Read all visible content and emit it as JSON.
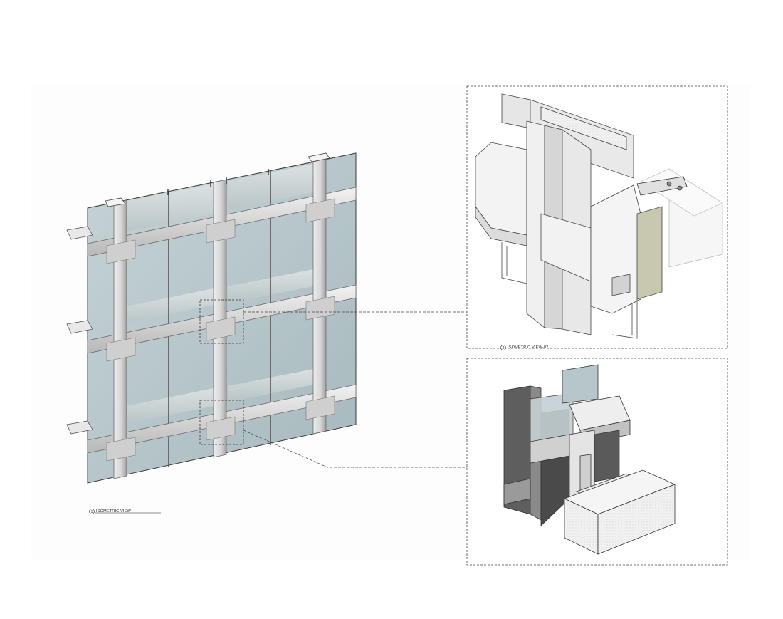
{
  "drawing": {
    "views": [
      {
        "number": "1",
        "title": "ISOMETRIC VIEW"
      },
      {
        "number": "2",
        "title": "ISOMETRIC VIEW-02"
      }
    ]
  },
  "colors": {
    "glass": "#b9c9cd",
    "glass_dark": "#a3b6bb",
    "mullion": "#d8d8d8",
    "mullion_shadow": "#a9a9a9",
    "outline": "#3a3a3a",
    "panel": "#c8c8b0",
    "concrete": "#efefef"
  }
}
